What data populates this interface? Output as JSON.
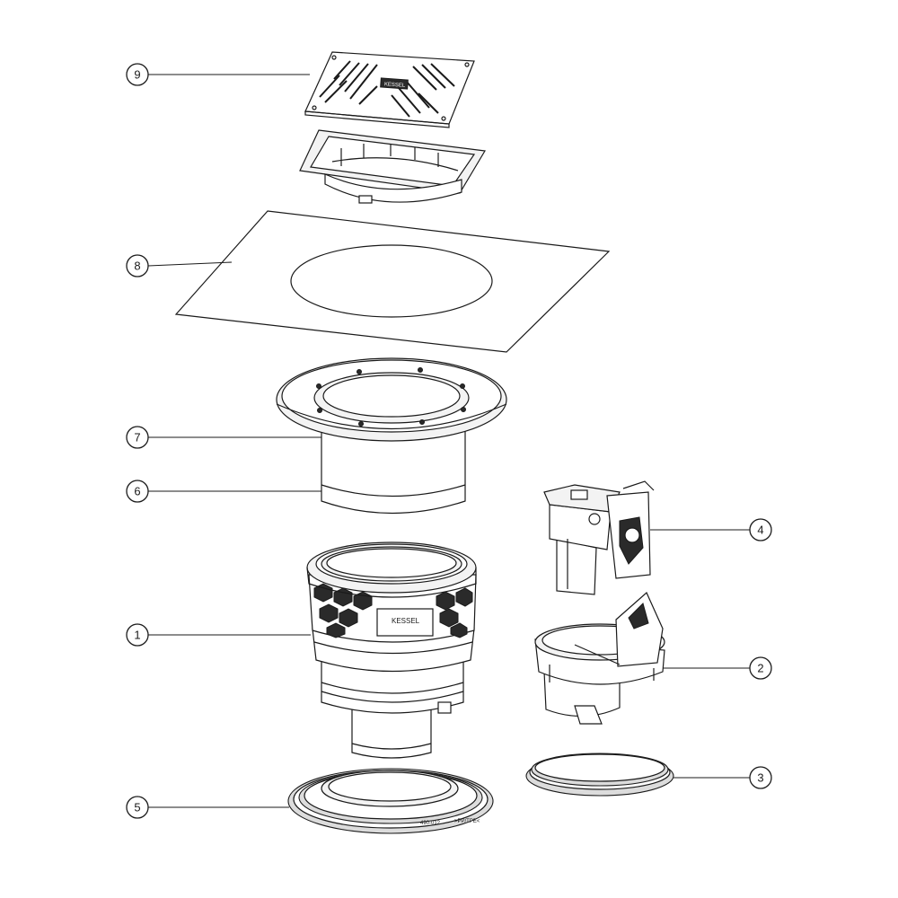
{
  "callouts": [
    {
      "label": "9"
    },
    {
      "label": "8"
    },
    {
      "label": "7"
    },
    {
      "label": "6"
    },
    {
      "label": "1"
    },
    {
      "label": "5"
    },
    {
      "label": "4"
    },
    {
      "label": "2"
    },
    {
      "label": "3"
    }
  ],
  "part_markings": {
    "body_brand": "KESSEL",
    "grate_brand": "KESSEL",
    "ring_code": "490-012",
    "ring_material": ">PP/TPE<"
  }
}
